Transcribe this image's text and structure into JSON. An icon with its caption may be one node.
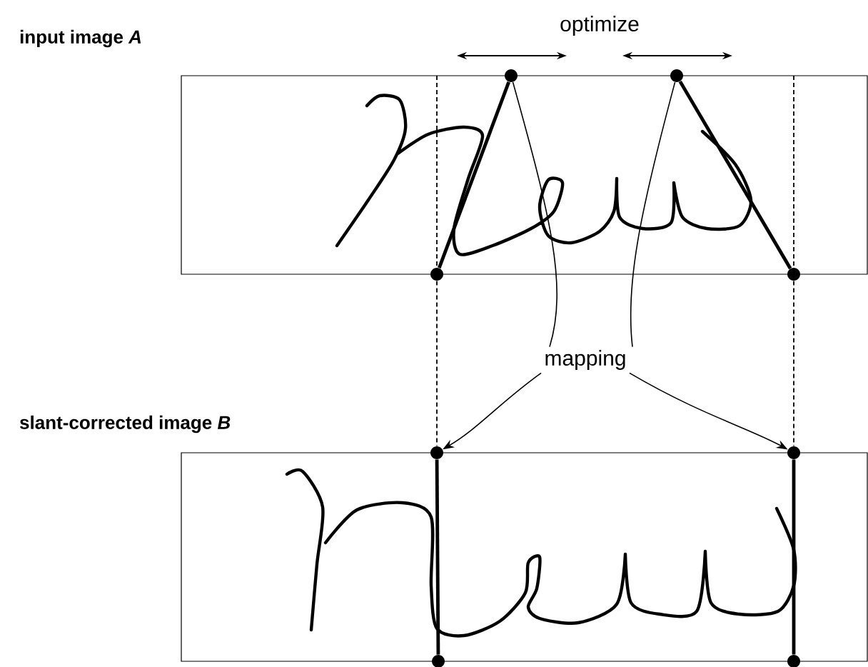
{
  "diagram": {
    "nodes": [
      {
        "text": [],
        "shape": "circle"
      },
      {
        "text": [],
        "shape": "circle"
      },
      {
        "text": [],
        "shape": "circle"
      },
      {
        "text": [],
        "shape": "circle"
      },
      {
        "text": [],
        "shape": "circle"
      },
      {
        "text": [],
        "shape": "circle"
      },
      {
        "text": [],
        "shape": "circle"
      },
      {
        "text": [],
        "shape": "circle"
      },
      {
        "text": [
          "mapping"
        ]
      }
    ],
    "edges": [
      {
        "from": 2,
        "to": 0,
        "arrow": "none",
        "style": "thick"
      },
      {
        "from": 1,
        "to": 3,
        "arrow": "none",
        "style": "thick"
      },
      {
        "from": 0,
        "to": 8,
        "arrow": "none"
      },
      {
        "from": 1,
        "to": 8,
        "arrow": "none"
      },
      {
        "from": 2,
        "to": 4,
        "arrow": "none",
        "style": "dashed"
      },
      {
        "from": 3,
        "to": 5,
        "arrow": "none",
        "style": "dashed"
      },
      {
        "from": 8,
        "to": 4,
        "arrow": "to"
      },
      {
        "from": 8,
        "to": 5,
        "arrow": "to"
      },
      {
        "from": 4,
        "to": 6,
        "arrow": "none",
        "style": "thick"
      },
      {
        "from": 5,
        "to": 7,
        "arrow": "none",
        "style": "thick"
      }
    ],
    "labels": [
      "input image *A*",
      "optimize",
      "slant-corrected image *B*"
    ]
  }
}
